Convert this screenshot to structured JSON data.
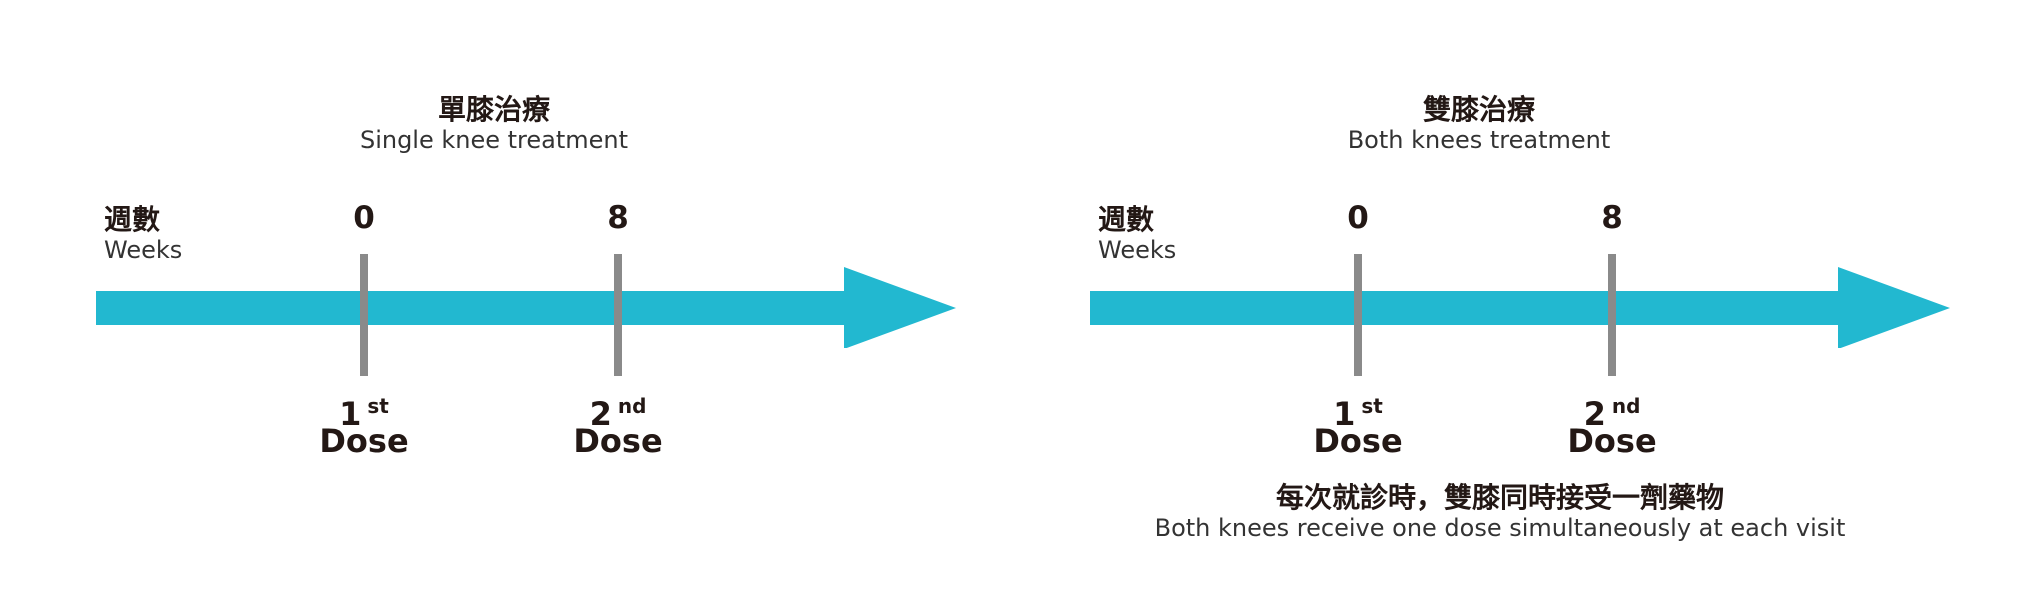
{
  "colors": {
    "arrow": "#22B8D0",
    "tick": "#8A8A8A",
    "text": "#231815"
  },
  "panels": [
    {
      "title_zh": "單膝治療",
      "title_en": "Single knee treatment",
      "axis_zh": "週數",
      "axis_en": "Weeks",
      "weeks": [
        "0",
        "8"
      ],
      "doses": [
        {
          "num": "1",
          "suffix": "st",
          "label": "Dose"
        },
        {
          "num": "2",
          "suffix": "nd",
          "label": "Dose"
        }
      ]
    },
    {
      "title_zh": "雙膝治療",
      "title_en": "Both knees treatment",
      "axis_zh": "週數",
      "axis_en": "Weeks",
      "weeks": [
        "0",
        "8"
      ],
      "doses": [
        {
          "num": "1",
          "suffix": "st",
          "label": "Dose"
        },
        {
          "num": "2",
          "suffix": "nd",
          "label": "Dose"
        }
      ],
      "note_zh": "每次就診時，雙膝同時接受一劑藥物",
      "note_en": "Both knees receive one dose simultaneously at each visit"
    }
  ]
}
